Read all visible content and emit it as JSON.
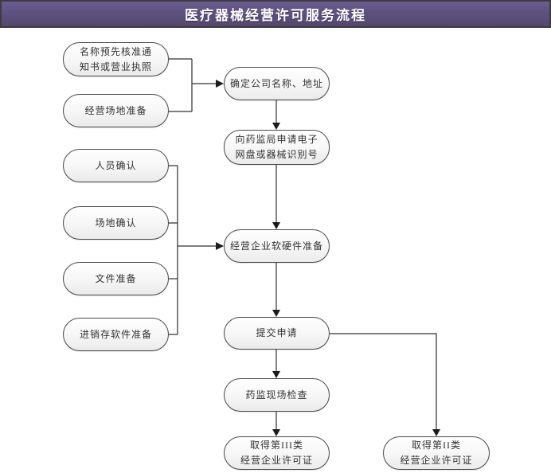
{
  "header": {
    "title": "医疗器械经营许可服务流程"
  },
  "flowchart": {
    "nodes": [
      {
        "id": "name-preapproval",
        "label": "名称预先核准通\n知书或营业执照"
      },
      {
        "id": "site-preparation",
        "label": "经营场地准备"
      },
      {
        "id": "personnel-confirm",
        "label": "人员确认"
      },
      {
        "id": "premises-confirm",
        "label": "场地确认"
      },
      {
        "id": "documents-prepare",
        "label": "文件准备"
      },
      {
        "id": "inventory-software",
        "label": "进销存软件准备"
      },
      {
        "id": "company-name-address",
        "label": "确定公司名称、地址"
      },
      {
        "id": "apply-id",
        "label": "向药监局申请电子\n网盘或器械识别号"
      },
      {
        "id": "hardware-software",
        "label": "经营企业软硬件准备"
      },
      {
        "id": "submit-application",
        "label": "提交申请"
      },
      {
        "id": "onsite-inspection",
        "label": "药监现场检查"
      },
      {
        "id": "class3-license",
        "label": "取得第III类\n经营企业许可证"
      },
      {
        "id": "class2-license",
        "label": "取得第II类\n经营企业许可证"
      }
    ],
    "edges": [
      {
        "from": "name-preapproval",
        "to": "company-name-address"
      },
      {
        "from": "site-preparation",
        "to": "company-name-address"
      },
      {
        "from": "company-name-address",
        "to": "apply-id"
      },
      {
        "from": "apply-id",
        "to": "hardware-software"
      },
      {
        "from": "personnel-confirm",
        "to": "hardware-software"
      },
      {
        "from": "premises-confirm",
        "to": "hardware-software"
      },
      {
        "from": "documents-prepare",
        "to": "hardware-software"
      },
      {
        "from": "inventory-software",
        "to": "hardware-software"
      },
      {
        "from": "hardware-software",
        "to": "submit-application"
      },
      {
        "from": "submit-application",
        "to": "onsite-inspection"
      },
      {
        "from": "onsite-inspection",
        "to": "class3-license"
      },
      {
        "from": "submit-application",
        "to": "class2-license"
      }
    ]
  },
  "colors": {
    "header_gradient_top": "#6c5f8f",
    "header_gradient_bottom": "#55486c",
    "header_border": "#3e3c41",
    "title_text": "#ffffff",
    "node_border": "#4a4a4a",
    "node_fill_top": "#ffffff",
    "node_fill_bottom": "#ebebeb",
    "node_text": "#333333",
    "connector_line": "#303030"
  }
}
